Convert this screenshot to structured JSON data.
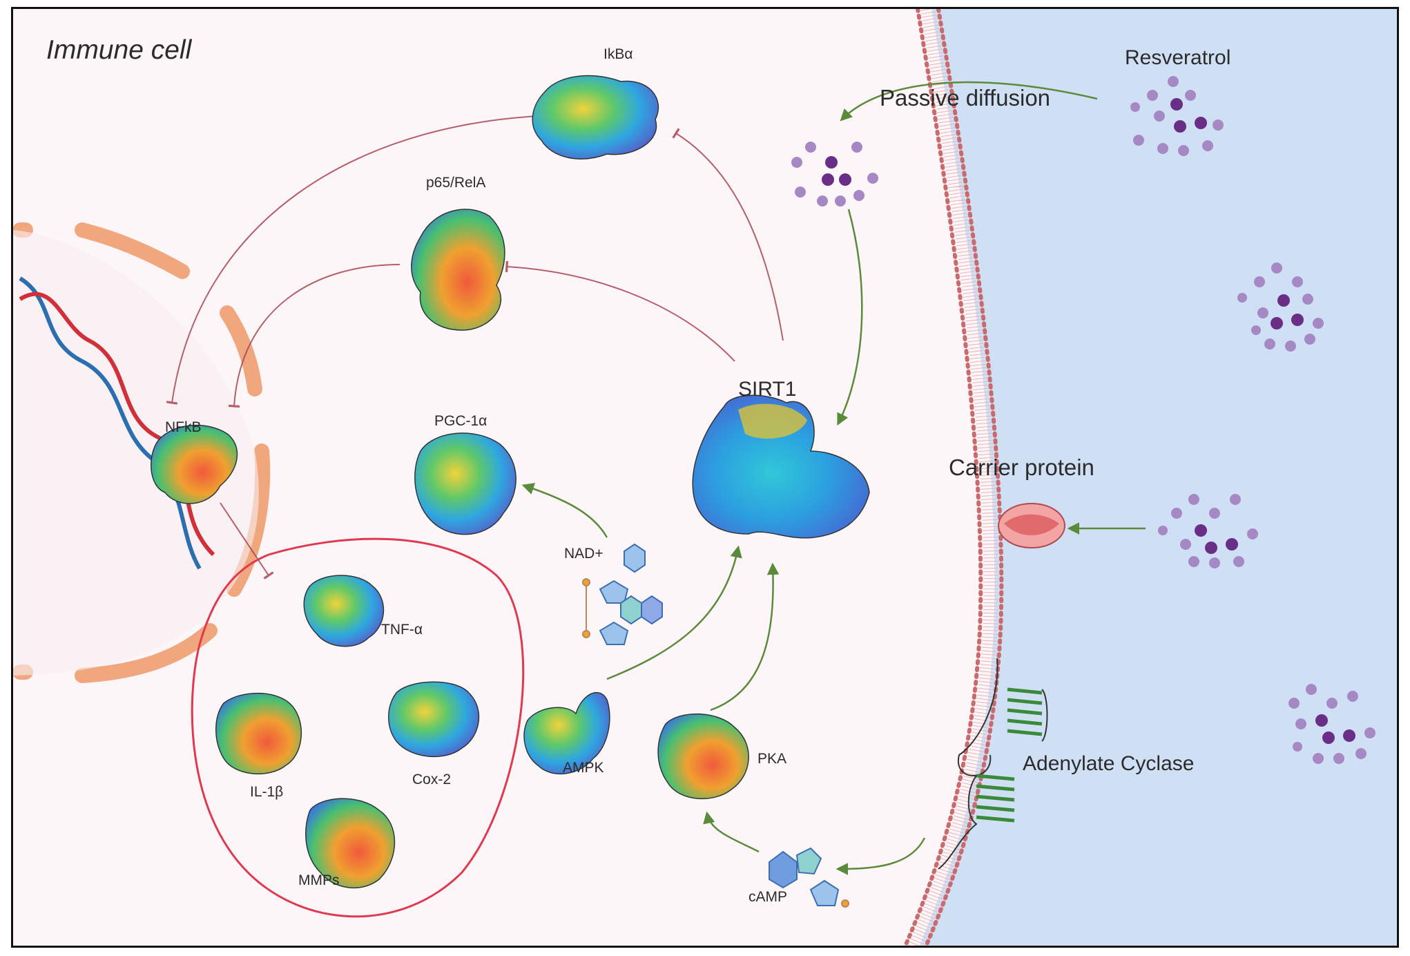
{
  "cell_label": "Immune cell",
  "labels": {
    "resveratrol": "Resveratrol",
    "passive_diffusion": "Passive diffusion",
    "carrier_protein": "Carrier protein",
    "adenylate_cyclase": "Adenylate Cyclase",
    "sirt1": "SIRT1",
    "ikba": "IkBα",
    "p65": "p65/RelA",
    "nfkb": "NFkB",
    "pgc1a": "PGC-1α",
    "nad": "NAD+",
    "tnfa": "TNF-α",
    "il1b": "IL-1β",
    "cox2": "Cox-2",
    "mmps": "MMPs",
    "ampk": "AMPK",
    "pka": "PKA",
    "camp": "cAMP"
  },
  "colors": {
    "cytoplasm": "#fdf6f8",
    "extracellular": "#cfe0f5",
    "membrane": "#c86a6e",
    "nucleus_envelope": "#f0a77d",
    "inhibition_arrow": "#a94452",
    "activation_arrow": "#5a8a3a",
    "cytokine_boundary": "#e0394f",
    "resveratrol_dark": "#6a2e86",
    "resveratrol_light": "#a689c4"
  },
  "icons": [
    "protein-structure",
    "molecule-cluster",
    "dna-helix",
    "carrier-channel",
    "transmembrane-protein"
  ]
}
